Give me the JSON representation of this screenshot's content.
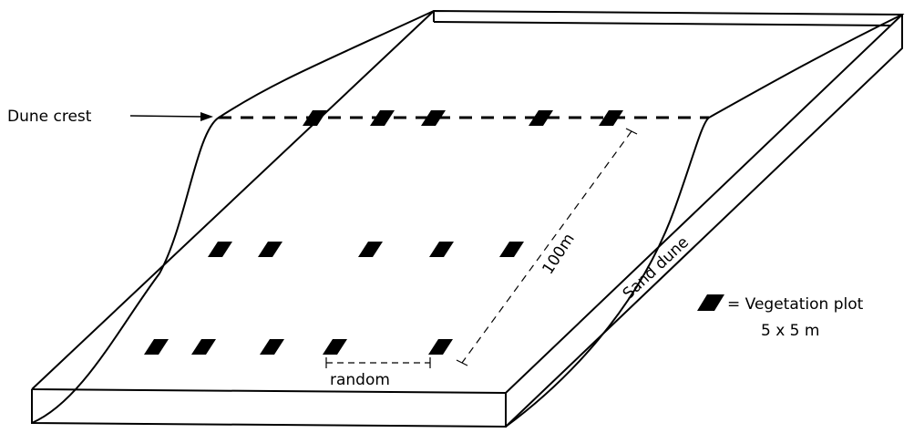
{
  "labels": {
    "dune_crest": "Dune crest",
    "sand_dune": "Sand dune",
    "transect_length": "100m",
    "random_spacing": "random",
    "legend_text": "= Vegetation plot",
    "legend_size": "5 x 5 m"
  },
  "colors": {
    "line": "#000000",
    "plot_fill": "#000000",
    "background": "#ffffff"
  }
}
